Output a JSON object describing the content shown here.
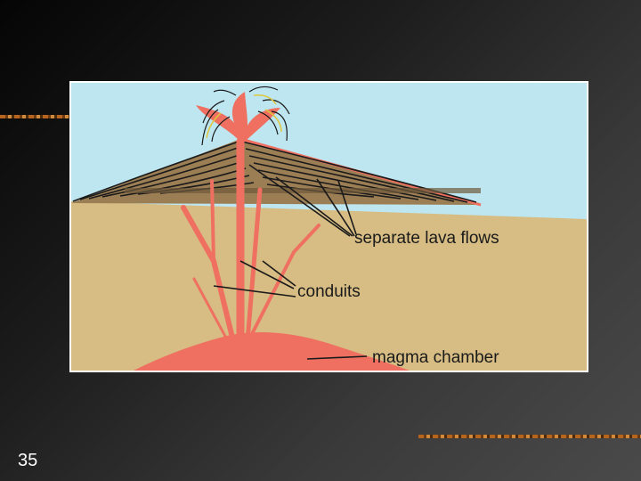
{
  "slide": {
    "page_number": "35"
  },
  "diagram": {
    "labels": {
      "lava_flows": "separate lava flows",
      "conduits": "conduits",
      "magma_chamber": "magma chamber"
    }
  },
  "colors": {
    "sky": "#bde6f0",
    "ground": "#d7bd84",
    "lava": "#ef7060",
    "lava_flows": "#9c7e55",
    "background_dark": "#050505",
    "background_light": "#4a4a4a"
  }
}
